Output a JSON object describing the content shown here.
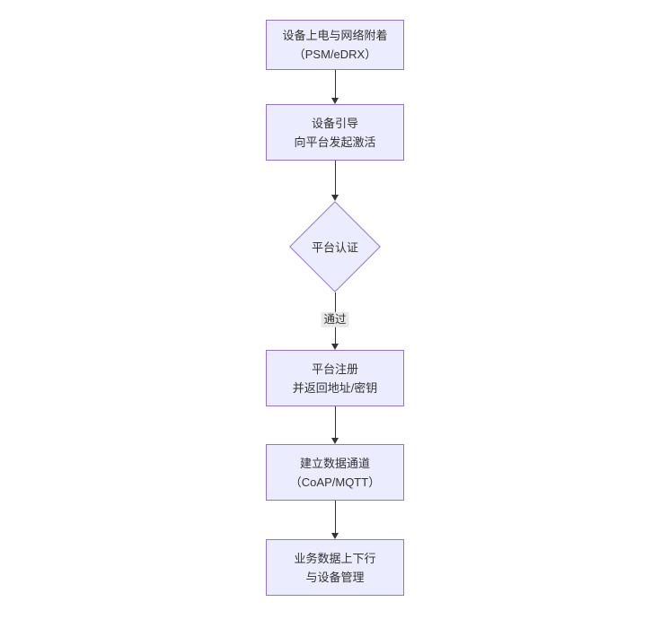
{
  "diagram": {
    "type": "flowchart",
    "direction": "top-down",
    "colors": {
      "node_fill": "#ECECFF",
      "node_border": "#9370DB",
      "text": "#333333",
      "arrow": "#333333",
      "edge_label_bg": "#e8e8e8"
    },
    "nodes": [
      {
        "id": "A",
        "shape": "rect",
        "line1": "设备上电与网络附着",
        "line2": "（PSM/eDRX）"
      },
      {
        "id": "B",
        "shape": "rect",
        "line1": "设备引导",
        "line2": "向平台发起激活"
      },
      {
        "id": "C",
        "shape": "diamond",
        "line1": "平台认证",
        "line2": ""
      },
      {
        "id": "D",
        "shape": "rect",
        "line1": "平台注册",
        "line2": "并返回地址/密钥"
      },
      {
        "id": "E",
        "shape": "rect",
        "line1": "建立数据通道",
        "line2": "（CoAP/MQTT）"
      },
      {
        "id": "F",
        "shape": "rect",
        "line1": "业务数据上下行",
        "line2": "与设备管理"
      }
    ],
    "edges": [
      {
        "from": "A",
        "to": "B",
        "label": ""
      },
      {
        "from": "B",
        "to": "C",
        "label": ""
      },
      {
        "from": "C",
        "to": "D",
        "label": "通过"
      },
      {
        "from": "D",
        "to": "E",
        "label": ""
      },
      {
        "from": "E",
        "to": "F",
        "label": ""
      }
    ]
  }
}
